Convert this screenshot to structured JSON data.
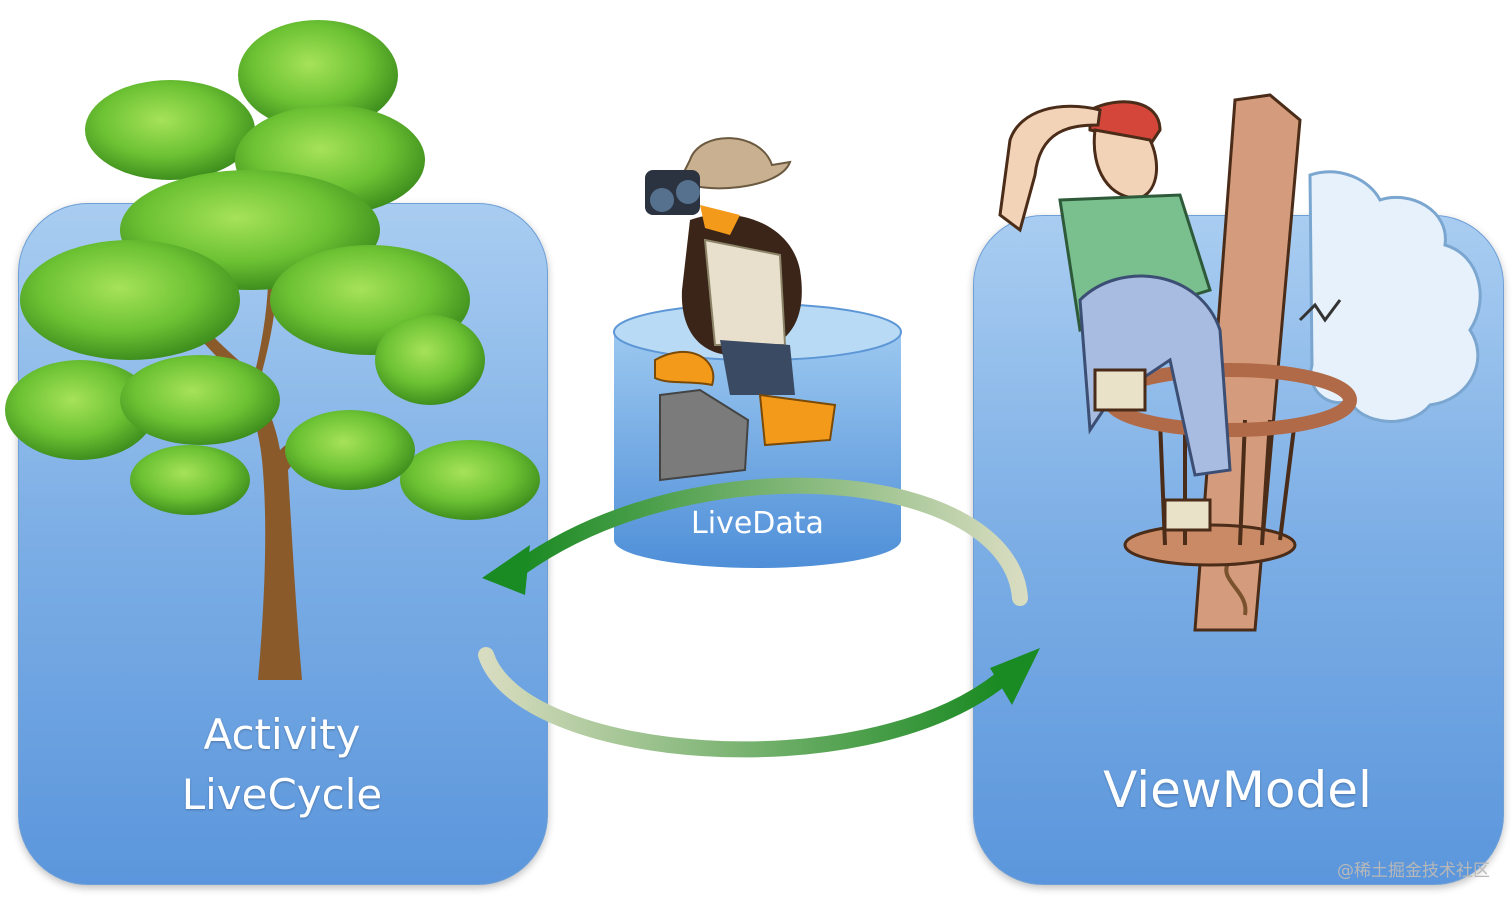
{
  "diagram": {
    "left_panel": {
      "label": "Activity\nLiveCycle",
      "illustration": "tree-illustration"
    },
    "center_store": {
      "label": "LiveData",
      "illustration": "penguin-explorer-illustration"
    },
    "right_panel": {
      "label": "ViewModel",
      "illustration": "sailor-lookout-illustration"
    },
    "arrows": [
      {
        "name": "arrow-to-activity",
        "from": "ViewModel",
        "to": "Activity LiveCycle"
      },
      {
        "name": "arrow-to-viewmodel",
        "from": "Activity LiveCycle",
        "to": "ViewModel"
      }
    ],
    "colors": {
      "panel": "#7fb0e6",
      "arrow": "#1f8a2a",
      "cylinder": "#6aa6e4"
    }
  },
  "watermark": "@稀土掘金技术社区"
}
